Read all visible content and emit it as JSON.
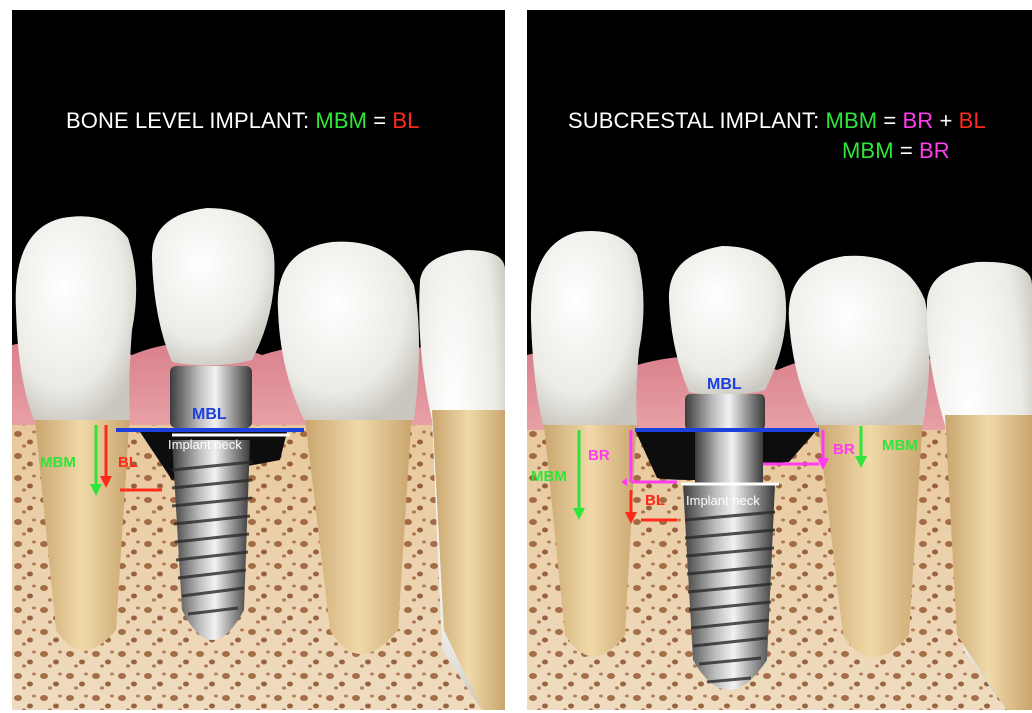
{
  "left": {
    "title": {
      "prefix": "BONE LEVEL IMPLANT: ",
      "mbm": "MBM",
      "eq": " = ",
      "bl": "BL"
    },
    "labels": {
      "mbl": "MBL",
      "implant_neck": "Implant neck",
      "mbm": "MBM",
      "bl": "BL"
    }
  },
  "right": {
    "title": {
      "prefix": "SUBCRESTAL IMPLANT: ",
      "mbm": "MBM",
      "eq": " = ",
      "br": "BR",
      "plus": " + ",
      "bl": "BL",
      "line2_mbm": "MBM",
      "line2_eq": " = ",
      "line2_br": "BR"
    },
    "labels": {
      "mbl": "MBL",
      "implant_neck": "Implant neck",
      "mbm_left": "MBM",
      "br_left": "BR",
      "bl": "BL",
      "br_right": "BR",
      "mbm_right": "MBM"
    }
  },
  "colors": {
    "mbm": "#2ee63a",
    "bl": "#ff2a1a",
    "br": "#ff3cf0",
    "mbl": "#1c3fe0"
  }
}
